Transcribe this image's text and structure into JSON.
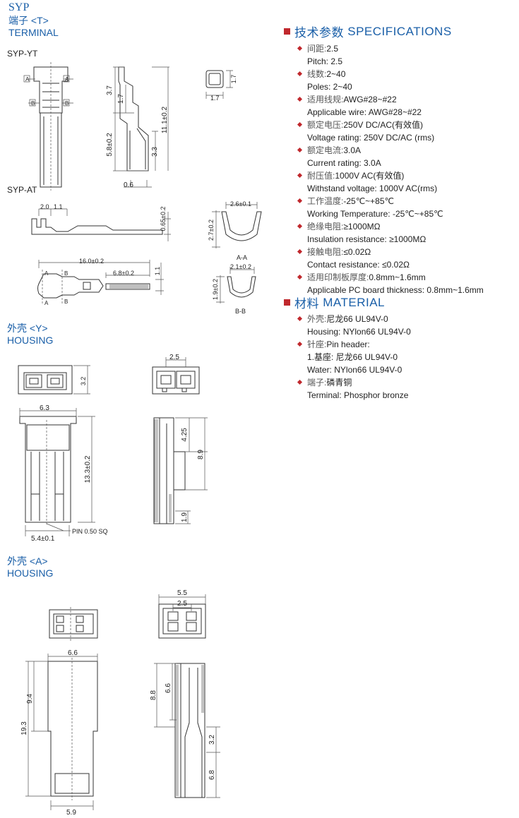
{
  "brand": "SYP",
  "terminal": {
    "title_cn": "端子 <T>",
    "title_en": "TERMINAL",
    "model_yt": "SYP-YT",
    "model_at": "SYP-AT"
  },
  "housing_y": {
    "title_cn": "外壳 <Y>",
    "title_en": "HOUSING"
  },
  "housing_a": {
    "title_cn": "外壳 <A>",
    "title_en": "HOUSING"
  },
  "dims": {
    "yt_37": "3.7",
    "yt_17": "1.7",
    "yt_111": "11.1±0.2",
    "yt_58": "5.8±0.2",
    "yt_33": "3.3",
    "yt_06": "0.6",
    "sq_17a": "1.7",
    "sq_17b": "1.7",
    "at_20": "2.0",
    "at_11a": "1.1",
    "at_065": "0.65±0.2",
    "at_160": "16.0±0.2",
    "at_68": "6.8±0.2",
    "at_11b": "1.1",
    "aa_26": "2.6±0.1",
    "aa_27": "2.7±0.2",
    "aa_label": "A-A",
    "bb_21": "2.1±0.2",
    "bb_19": "1.9±0.2",
    "bb_label": "B-B",
    "sec_a": "A",
    "sec_b": "B",
    "y_32": "3.2",
    "y_25": "2.5",
    "y_63": "6.3",
    "y_133": "13.3±0.2",
    "y_54": "5.4±0.1",
    "y_pin": "PIN 0.50 SQ",
    "y_425": "4.25",
    "y_89": "8.9",
    "y_19": "1.9",
    "a_55": "5.5",
    "a_25": "2.5",
    "a_66": "6.6",
    "a_94": "9.4",
    "a_193": "19.3",
    "a_59": "5.9",
    "a_88": "8.8",
    "a_66v": "6.6",
    "a_32": "3.2",
    "a_68": "6.8"
  },
  "specs": {
    "heading_cn": "技术参数",
    "heading_en": "SPECIFICATIONS",
    "items": [
      {
        "cn_label": "间距:",
        "cn_value": "2.5",
        "en": "Pitch: 2.5"
      },
      {
        "cn_label": "线数:",
        "cn_value": "2~40",
        "en": "Poles: 2~40"
      },
      {
        "cn_label": "适用线规:",
        "cn_value": "AWG#28~#22",
        "en": "Applicable wire: AWG#28~#22"
      },
      {
        "cn_label": "额定电压:",
        "cn_value": "250V DC/AC(有效值)",
        "en": "Voltage rating: 250V DC/AC (rms)"
      },
      {
        "cn_label": "额定电流:",
        "cn_value": "3.0A",
        "en": "Current rating: 3.0A"
      },
      {
        "cn_label": "耐压值:",
        "cn_value": "1000V AC(有效值)",
        "en": "Withstand voltage: 1000V AC(rms)"
      },
      {
        "cn_label": "工作温度:",
        "cn_value": "-25℃~+85℃",
        "en": "Working Temperature: -25℃~+85℃"
      },
      {
        "cn_label": "绝缘电阻:",
        "cn_value": "≥1000MΩ",
        "en": "Insulation resistance: ≥1000MΩ"
      },
      {
        "cn_label": "接触电阻:",
        "cn_value": "≤0.02Ω",
        "en": "Contact resistance: ≤0.02Ω"
      },
      {
        "cn_label": "适用印制板厚度:",
        "cn_value": "0.8mm~1.6mm",
        "en": "Applicable PC board thickness: 0.8mm~1.6mm"
      }
    ]
  },
  "material": {
    "heading_cn": "材料",
    "heading_en": "MATERIAL",
    "items": [
      {
        "cn_label": "外壳:",
        "cn_value": "尼龙66   UL94V-0",
        "en": "Housing: NYlon66  UL94V-0"
      },
      {
        "cn_label": "针座:",
        "cn_value": "Pin header:",
        "en": "1.基座: 尼龙66   UL94V-0"
      },
      {
        "cn_label": "",
        "cn_value": "",
        "en": "Water:  NYlon66   UL94V-0"
      },
      {
        "cn_label": "端子:",
        "cn_value": "磷青铜",
        "en": "Terminal:  Phosphor bronze"
      }
    ]
  },
  "colors": {
    "title_blue": "#1a5fa8",
    "bullet_red": "#c0282d"
  }
}
